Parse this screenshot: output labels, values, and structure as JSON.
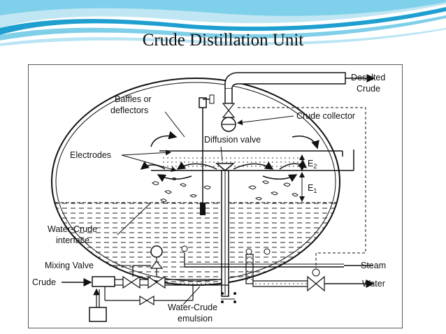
{
  "slide": {
    "title": "Crude Distillation Unit"
  },
  "diagram": {
    "labels": {
      "desalted_crude_line1": "Desalted",
      "desalted_crude_line2": "Crude",
      "baffles_line1": "Baffles or",
      "baffles_line2": "deflectors",
      "crude_collector": "Crude collector",
      "diffusion_valve": "Diffusion valve",
      "electrodes": "Electrodes",
      "e2_main": "E",
      "e2_sub": "2",
      "e1_main": "E",
      "e1_sub": "1",
      "interface_line1": "Water-Crude",
      "interface_line2": "interface",
      "mixing_valve": "Mixing Valve",
      "crude": "Crude",
      "steam": "Steam",
      "water": "Water",
      "emulsion_line1": "Water-Crude",
      "emulsion_line2": "emulsion"
    },
    "colors": {
      "banner_light": "#bfe6f2",
      "banner_mid": "#5fc3e4",
      "banner_dark": "#1e9fd0",
      "line": "#111111"
    }
  }
}
